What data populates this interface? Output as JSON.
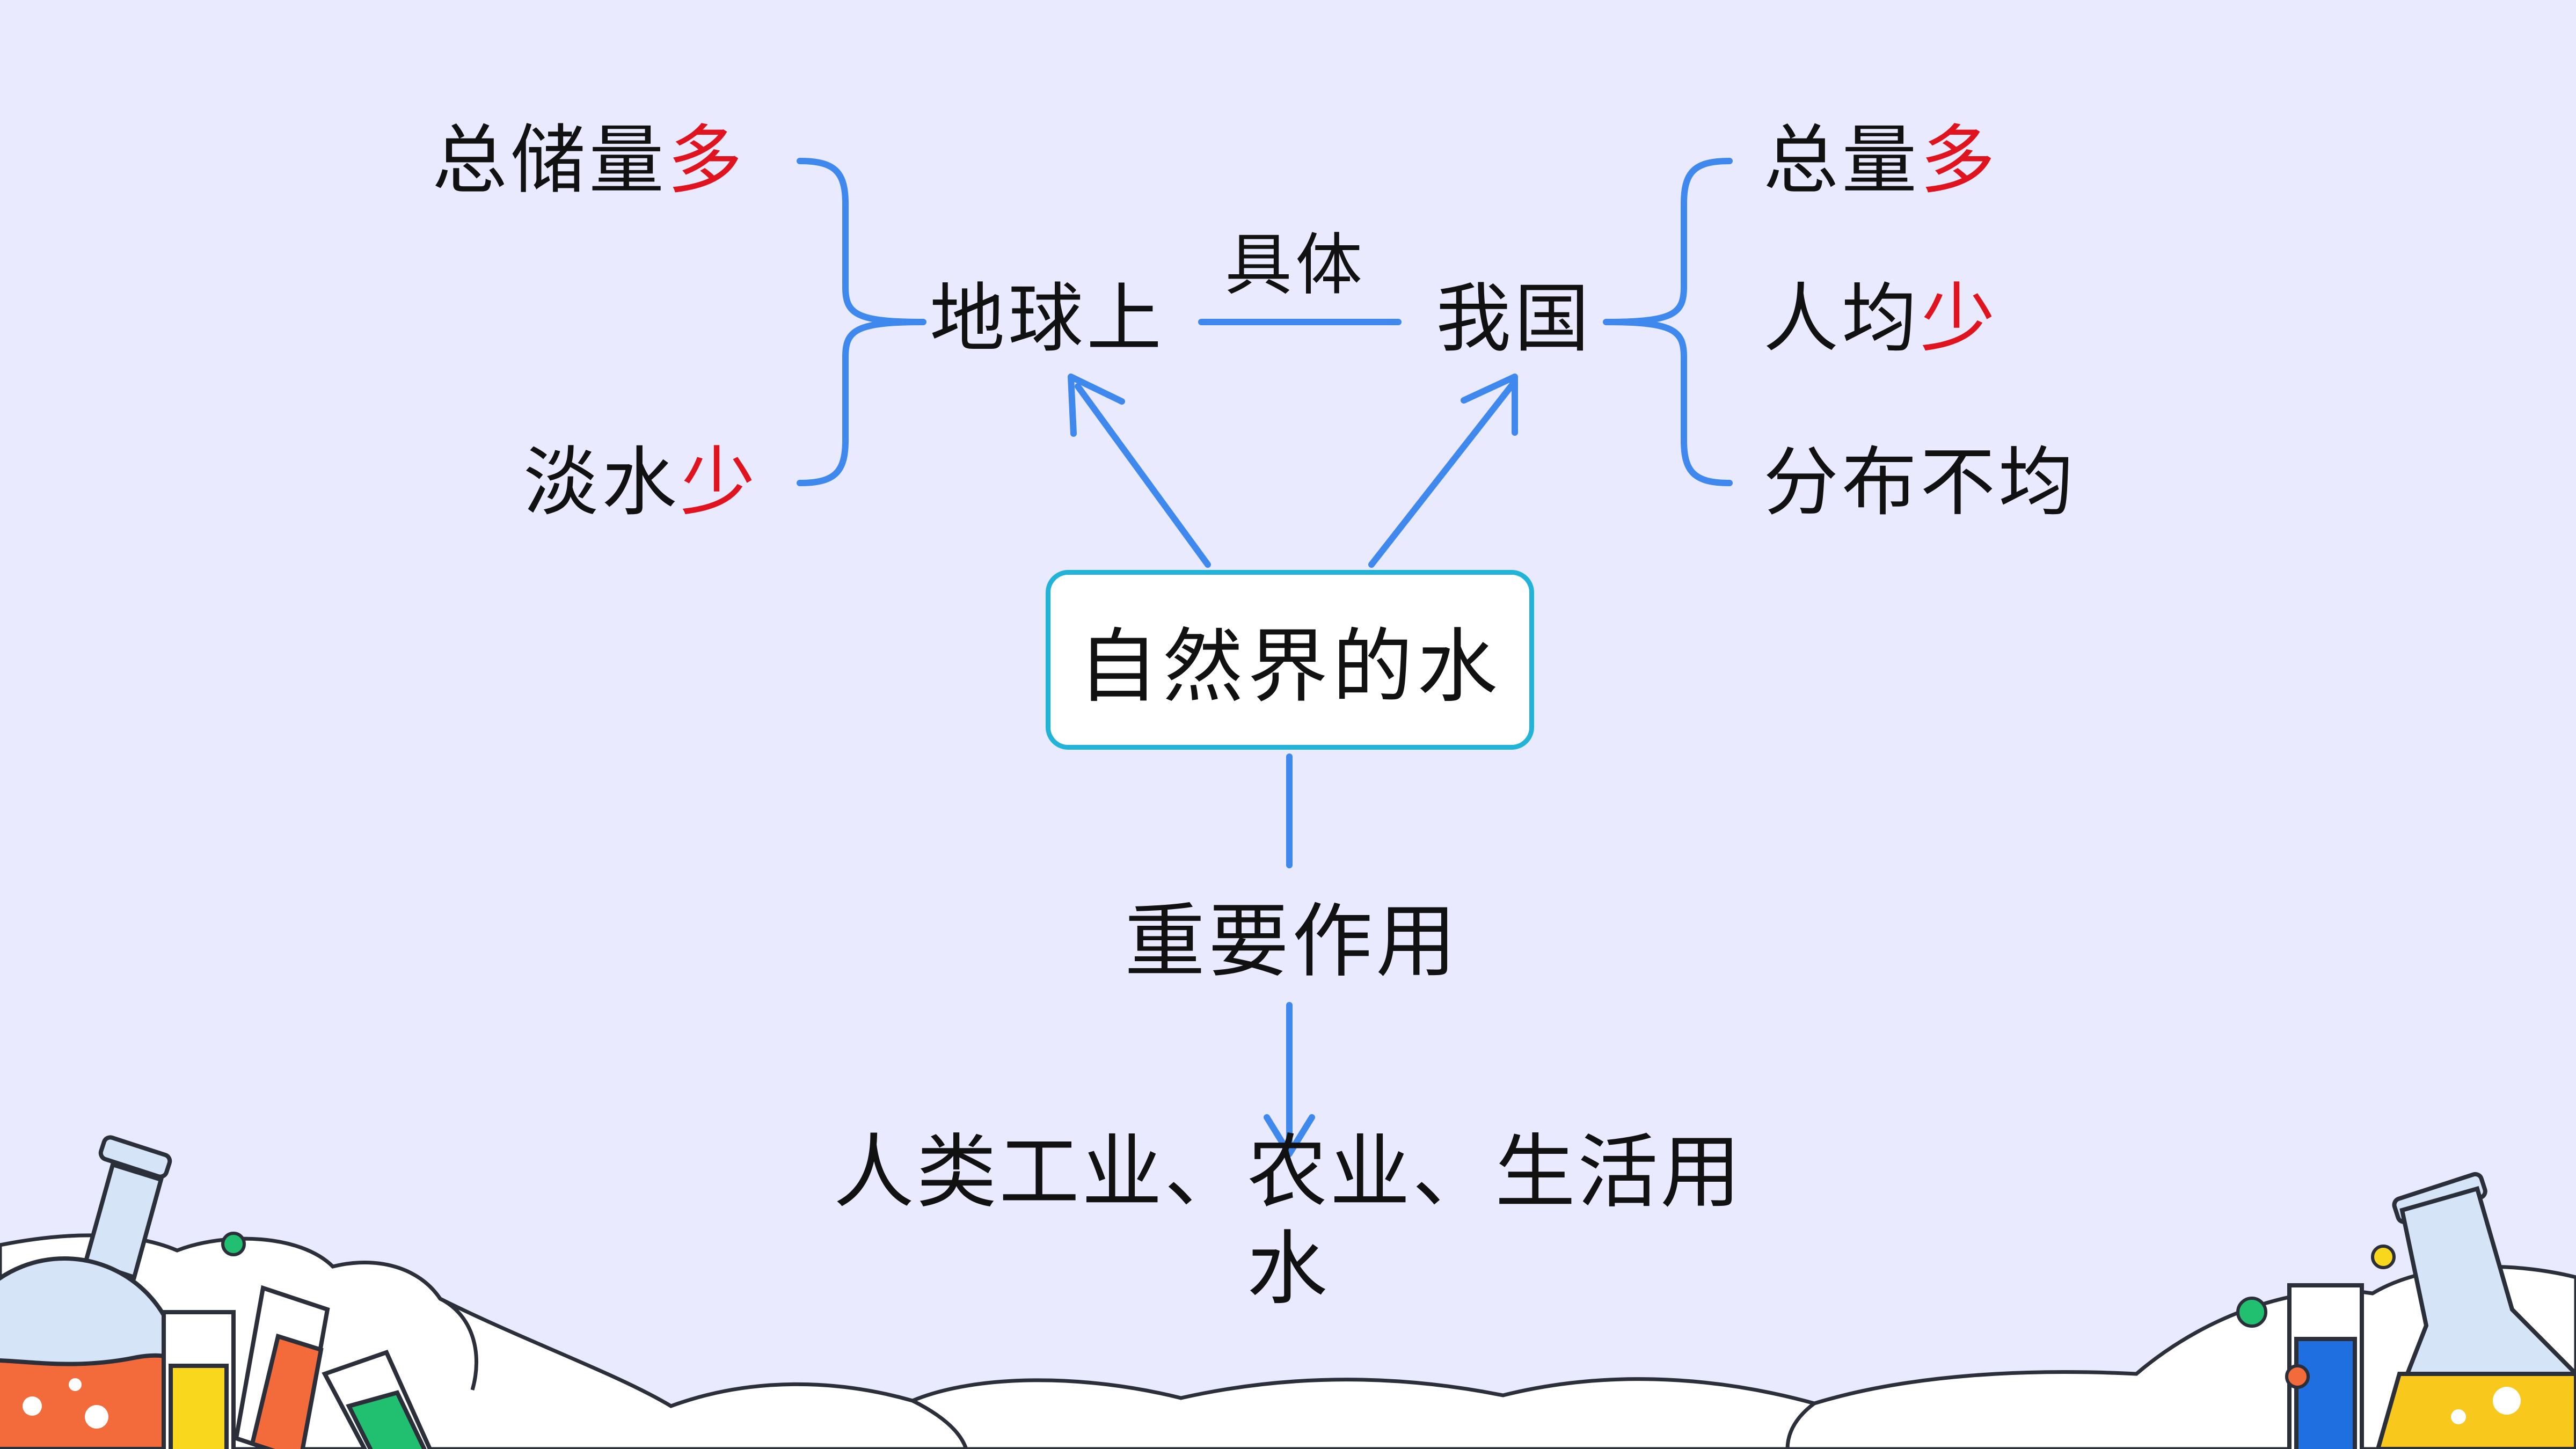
{
  "center": {
    "label": "自然界的水"
  },
  "earth": {
    "label": "地球上",
    "items": [
      {
        "prefix": "总储量",
        "highlight": "多"
      },
      {
        "prefix": "淡水",
        "highlight": "少"
      }
    ]
  },
  "link_label": "具体",
  "china": {
    "label": "我国",
    "items": [
      {
        "prefix": "总量",
        "highlight": "多"
      },
      {
        "prefix": "人均",
        "highlight": "少"
      },
      {
        "prefix": "分布不均",
        "highlight": ""
      }
    ]
  },
  "role": {
    "label": "重要作用"
  },
  "uses": {
    "line1": "人类工业、农业、生活用",
    "line2": "水"
  },
  "colors": {
    "background": "#e9eafd",
    "connector_blue": "#3f88ee",
    "box_border": "#22b3d9",
    "highlight_red": "#e0141e"
  }
}
